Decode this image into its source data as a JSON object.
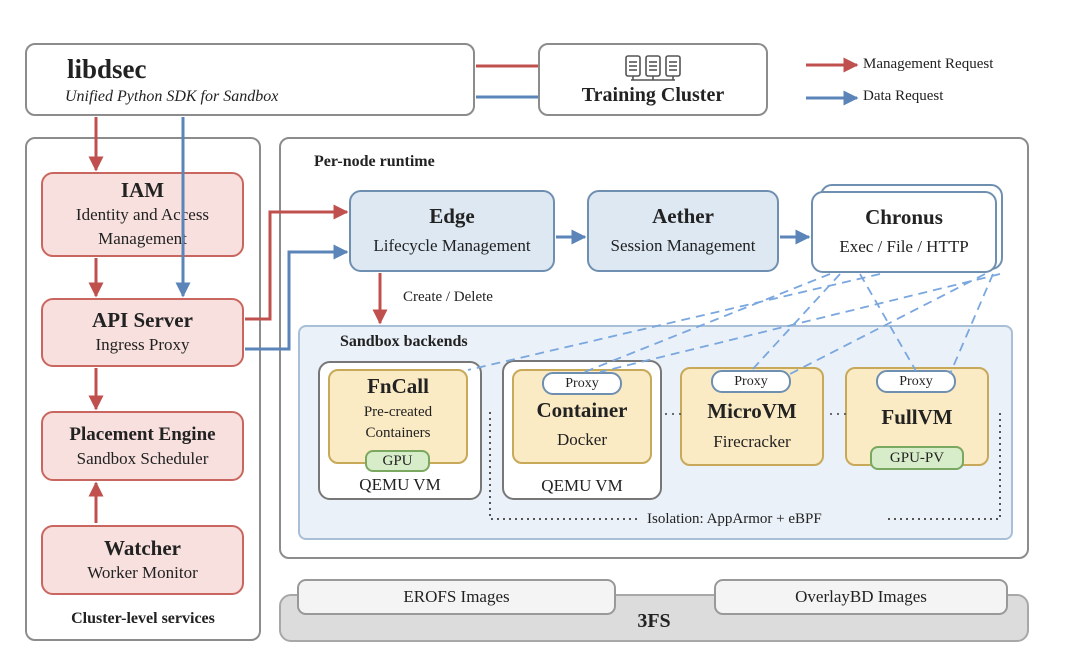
{
  "sdk": {
    "title": "libdsec",
    "subtitle": "Unified Python SDK for Sandbox"
  },
  "training": {
    "title": "Training Cluster",
    "icon": "server-rack-icon"
  },
  "legend": {
    "management": "Management Request",
    "data": "Data Request",
    "management_color": "#c0504d",
    "data_color": "#5b84b8"
  },
  "cluster": {
    "label": "Cluster-level services",
    "iam": {
      "title": "IAM",
      "line1": "Identity and Access",
      "line2": "Management"
    },
    "api": {
      "title": "API Server",
      "sub": "Ingress Proxy"
    },
    "placement": {
      "title": "Placement Engine",
      "sub": "Sandbox Scheduler"
    },
    "watcher": {
      "title": "Watcher",
      "sub": "Worker Monitor"
    }
  },
  "runtime": {
    "label": "Per-node runtime",
    "edge": {
      "title": "Edge",
      "sub": "Lifecycle Management"
    },
    "aether": {
      "title": "Aether",
      "sub": "Session Management"
    },
    "chronus": {
      "title": "Chronus",
      "sub": "Exec / File / HTTP"
    },
    "create_delete": "Create / Delete"
  },
  "backends": {
    "label": "Sandbox backends",
    "fncall": {
      "title": "FnCall",
      "line1": "Pre-created",
      "line2": "Containers",
      "badge": "GPU",
      "host": "QEMU VM"
    },
    "container": {
      "proxy": "Proxy",
      "title": "Container",
      "sub": "Docker",
      "host": "QEMU VM"
    },
    "microvm": {
      "proxy": "Proxy",
      "title": "MicroVM",
      "sub": "Firecracker"
    },
    "fullvm": {
      "proxy": "Proxy",
      "title": "FullVM",
      "badge": "GPU-PV"
    },
    "isolation": "Isolation: AppArmor + eBPF"
  },
  "storage": {
    "name": "3FS",
    "erofs": "EROFS Images",
    "overlaybd": "OverlayBD Images"
  }
}
